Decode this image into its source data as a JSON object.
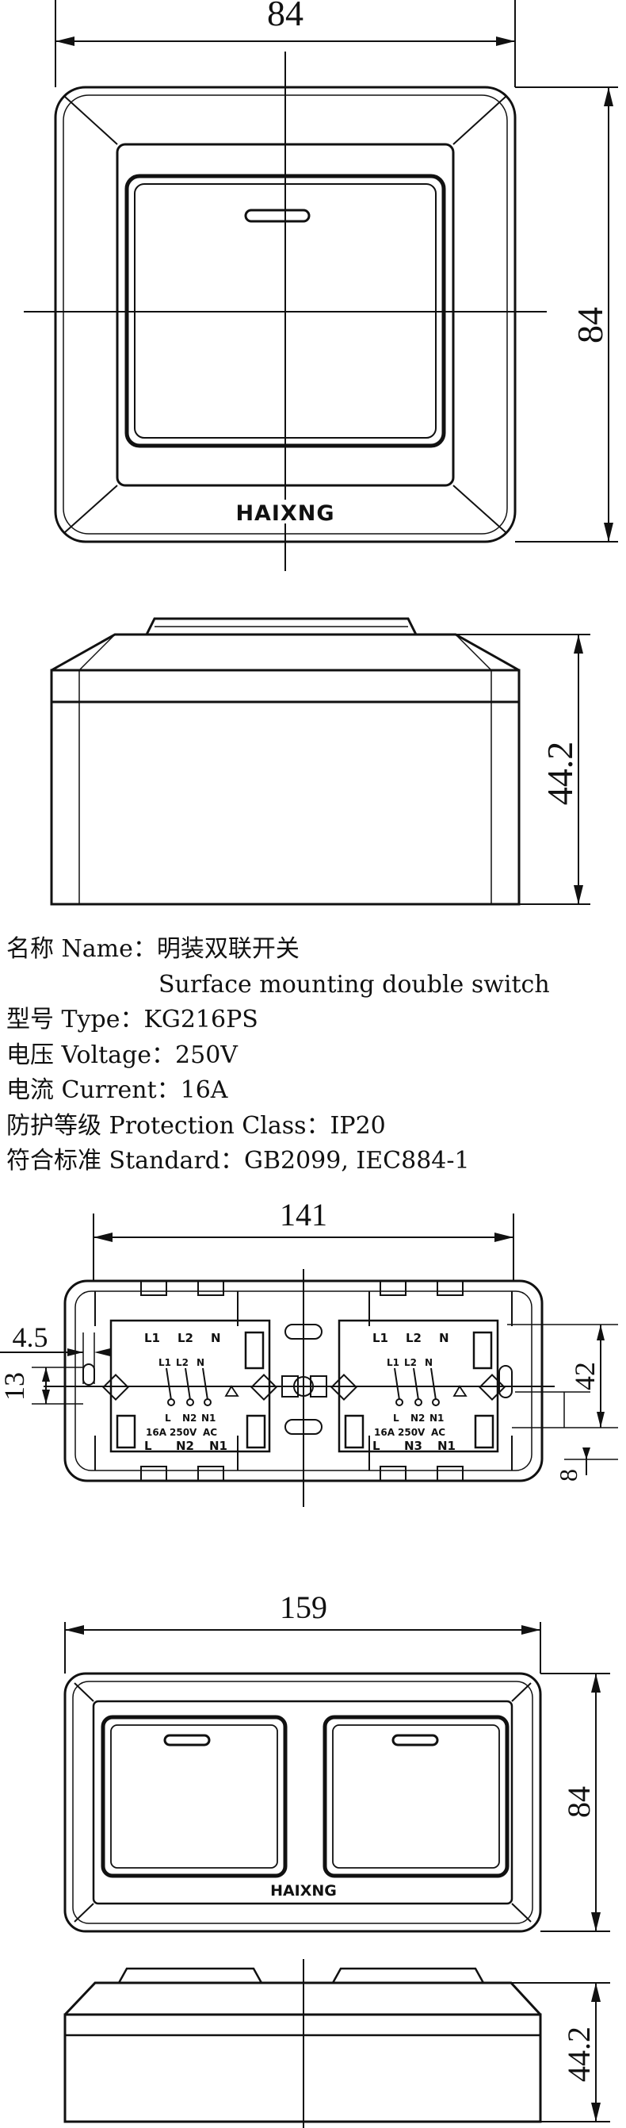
{
  "front_view": {
    "width_dim": "84",
    "height_dim": "84",
    "logo": "HAIXNG"
  },
  "side_view": {
    "depth_dim": "44.2"
  },
  "specs": {
    "name_label": "名称 Name：",
    "name_cn": "明装双联开关",
    "name_en": "Surface mounting double switch",
    "type_label": "型号 Type：",
    "type_value": "KG216PS",
    "voltage_label": "电压 Voltage：",
    "voltage_value": "250V",
    "current_label": "电流 Current：",
    "current_value": "16A",
    "protection_label": "防护等级 Protection Class：",
    "protection_value": "IP20",
    "standard_label": "符合标准 Standard：",
    "standard_value": "GB2099, IEC884-1"
  },
  "base_view": {
    "width_dim": "141",
    "dim_left_a": "4.5",
    "dim_left_b": "13",
    "dim_right_a": "42",
    "dim_right_b": "8",
    "terminals_top": [
      "L1",
      "L2",
      "N"
    ],
    "terminals_mid": [
      "L1",
      "L2",
      "N"
    ],
    "terminals_low": [
      "L",
      "N2",
      "N1"
    ],
    "rating": [
      "16A",
      "250V",
      "AC"
    ],
    "terminals_bottom_left": [
      "L",
      "N2",
      "N1"
    ],
    "terminals_bottom_right": [
      "L",
      "N3",
      "N1"
    ]
  },
  "double_front_view": {
    "width_dim": "159",
    "height_dim": "84",
    "logo": "HAIXNG"
  },
  "double_side_view": {
    "depth_dim": "44.2"
  }
}
